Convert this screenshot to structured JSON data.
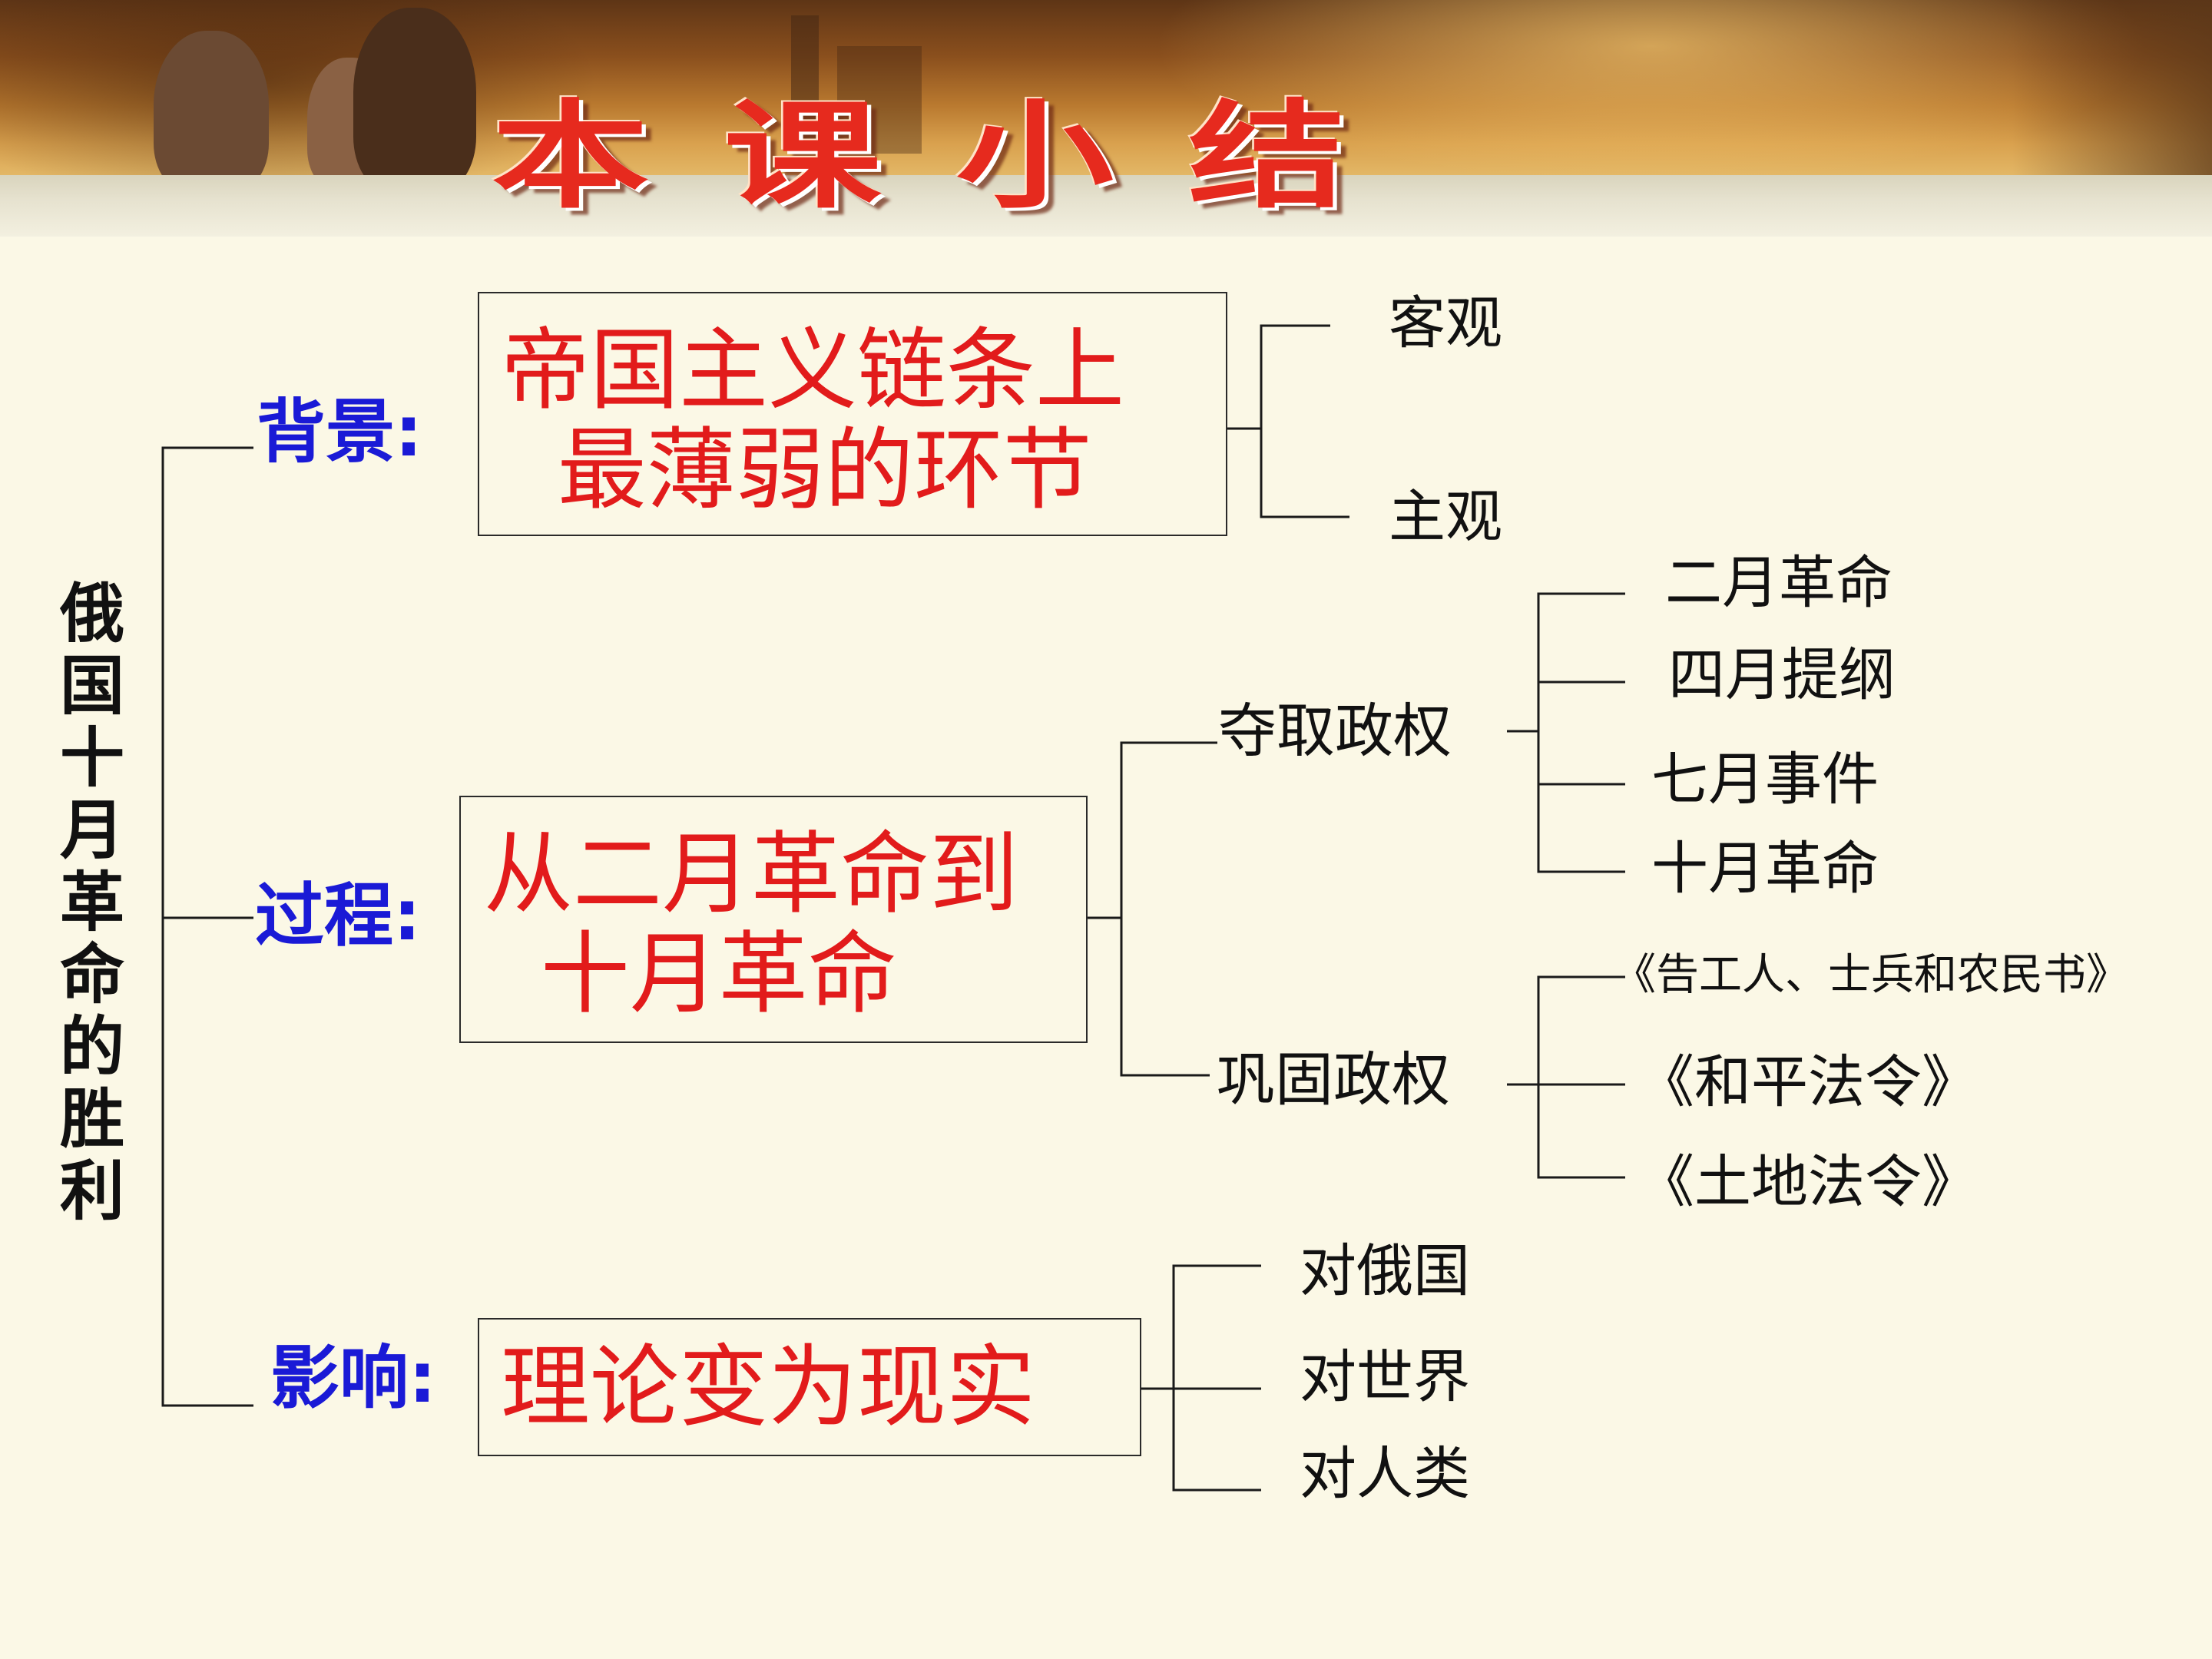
{
  "title": "本课小结",
  "root": "俄国十月革命的胜利",
  "sections": {
    "background": {
      "label": "背景:",
      "summary": "帝国主义链条上\n  最薄弱的环节",
      "items": [
        "客观",
        "主观"
      ]
    },
    "process": {
      "label": "过程:",
      "summary": "从二月革命到\n  十月革命",
      "groups": [
        {
          "label": "夺取政权",
          "items": [
            "二月革命",
            "四月提纲",
            "七月事件",
            "十月革命"
          ]
        },
        {
          "label": "巩固政权",
          "items": [
            "《告工人、士兵和农民书》",
            "《和平法令》",
            "《土地法令》"
          ]
        }
      ]
    },
    "impact": {
      "label": "影响:",
      "summary": "理论变为现实",
      "items": [
        "对俄国",
        "对世界",
        "对人类"
      ]
    }
  },
  "colors": {
    "category": "#1a1ad6",
    "summary": "#e21b1b",
    "title": "#e62a1e",
    "background": "#fbf8e6"
  }
}
